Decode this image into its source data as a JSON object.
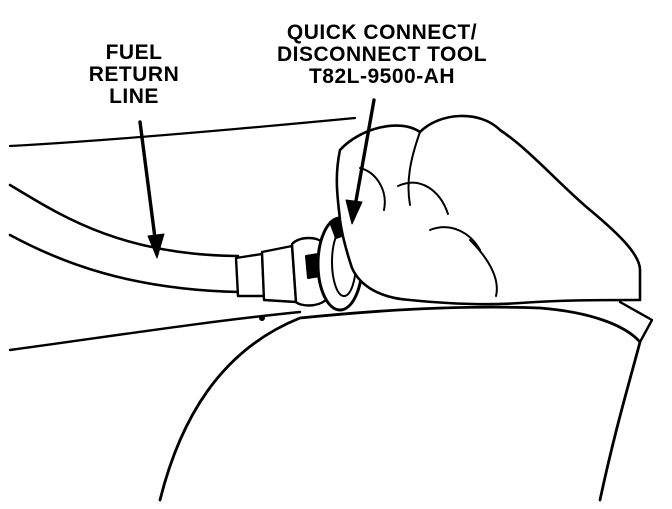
{
  "labels": {
    "fuel_return_line": [
      "FUEL",
      "RETURN",
      "LINE"
    ],
    "tool": [
      "QUICK CONNECT/",
      "DISCONNECT TOOL",
      "T82L-9500-AH"
    ]
  },
  "colors": {
    "ink": "#000000",
    "paper": "#ffffff"
  },
  "icons": {
    "tool_arrow": "arrow-icon",
    "line_arrow": "arrow-icon"
  }
}
